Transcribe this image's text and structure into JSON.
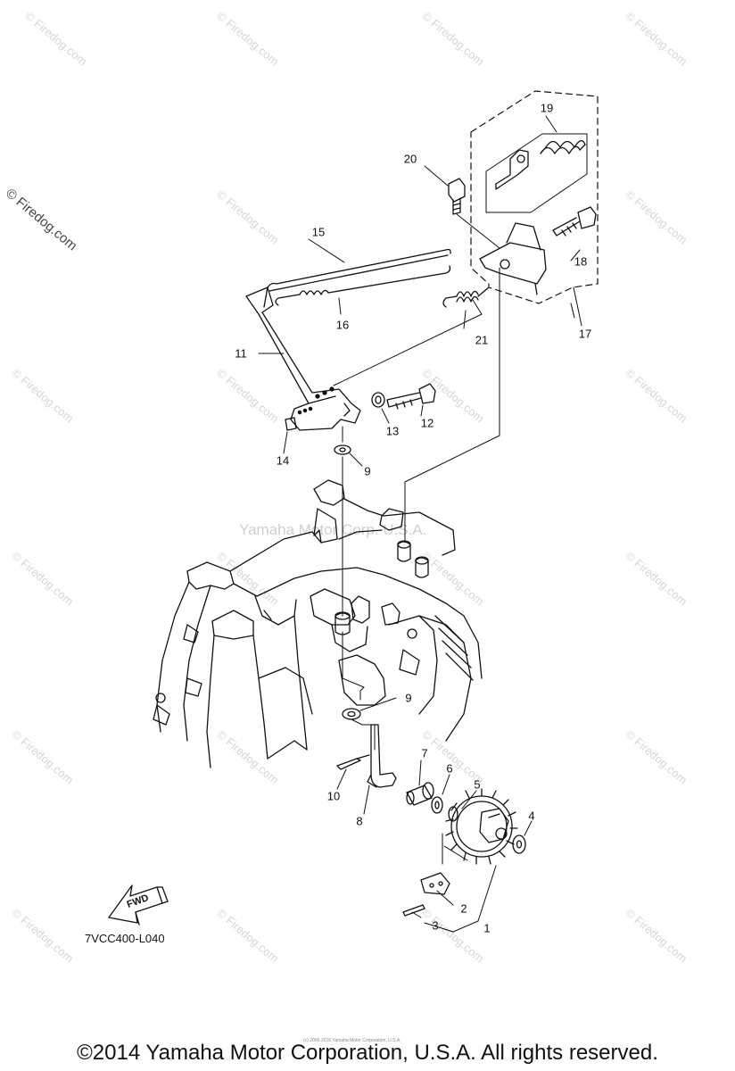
{
  "diagram": {
    "callouts": [
      {
        "id": "1",
        "label": "1"
      },
      {
        "id": "2",
        "label": "2"
      },
      {
        "id": "3",
        "label": "3"
      },
      {
        "id": "4",
        "label": "4"
      },
      {
        "id": "5",
        "label": "5"
      },
      {
        "id": "6",
        "label": "6"
      },
      {
        "id": "7",
        "label": "7"
      },
      {
        "id": "8",
        "label": "8"
      },
      {
        "id": "9a",
        "label": "9"
      },
      {
        "id": "9b",
        "label": "9"
      },
      {
        "id": "10",
        "label": "10"
      },
      {
        "id": "11",
        "label": "11"
      },
      {
        "id": "12",
        "label": "12"
      },
      {
        "id": "13",
        "label": "13"
      },
      {
        "id": "14",
        "label": "14"
      },
      {
        "id": "15",
        "label": "15"
      },
      {
        "id": "16",
        "label": "16"
      },
      {
        "id": "17",
        "label": "17"
      },
      {
        "id": "18",
        "label": "18"
      },
      {
        "id": "19",
        "label": "19"
      },
      {
        "id": "20",
        "label": "20"
      },
      {
        "id": "21",
        "label": "21"
      }
    ],
    "fwd_label": "FWD",
    "diagram_code": "7VCC400-L040"
  },
  "watermark": {
    "brand": "© Firedog.com",
    "tile": "© Firedog.com",
    "center": "Yamaha Motor Corp. U.S.A."
  },
  "fine_print": "(c) 2006-2016 Yamaha Motor Corporation, U.S.A.",
  "footer": "©2014 Yamaha Motor Corporation, U.S.A. All rights reserved."
}
